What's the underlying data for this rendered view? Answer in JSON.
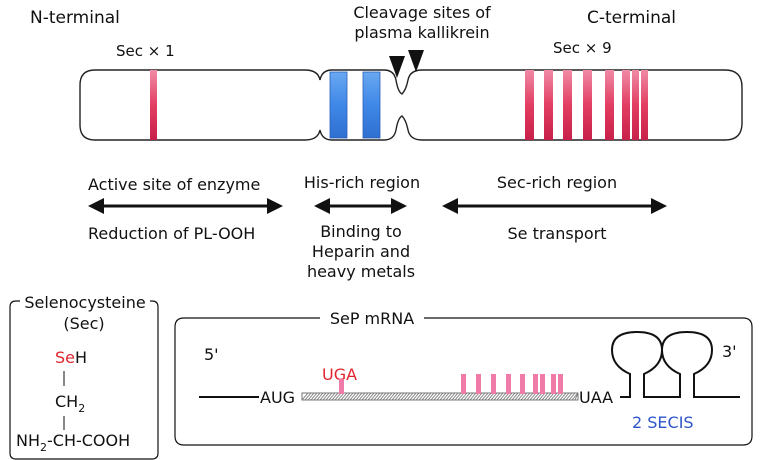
{
  "protein": {
    "n_terminal": "N-terminal",
    "c_terminal": "C-terminal",
    "cleavage_line1": "Cleavage sites of",
    "cleavage_line2": "plasma kallikrein",
    "sec_left": "Sec × 1",
    "sec_right": "Sec × 9"
  },
  "regions": {
    "active_site": "Active site of enzyme",
    "reduction": "Reduction of PL-OOH",
    "his_rich": "His-rich region",
    "binding_line1": "Binding to",
    "binding_line2": "Heparin and",
    "binding_line3": "heavy metals",
    "sec_rich": "Sec-rich region",
    "se_transport": "Se transport"
  },
  "selenocysteine": {
    "title_line1": "Selenocysteine",
    "title_line2": "(Sec)",
    "se": "Se",
    "h": "H",
    "ch": "CH",
    "sub2": "2",
    "nh": "NH",
    "sub2b": "2",
    "rest": "-CH-COOH"
  },
  "mrna": {
    "title": "SeP mRNA",
    "five_prime": "5'",
    "three_prime": "3'",
    "aug": "AUG",
    "uaa": "UAA",
    "uga": "UGA",
    "secis": "2 SECIS"
  },
  "colors": {
    "sec_band": "#e0395f",
    "his_band": "#3d86e6",
    "mrna_sec": "#f07aa8",
    "uga_red": "#e0252f",
    "secis_blue": "#2e55c9"
  }
}
